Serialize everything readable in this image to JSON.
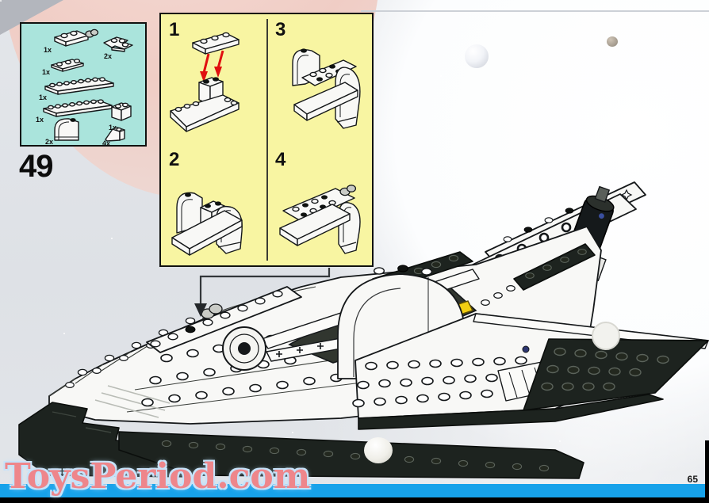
{
  "page": {
    "step_number": "49",
    "page_number": "65",
    "watermark": "ToysPeriod.com"
  },
  "colors": {
    "parts_box_bg": "#aae4dc",
    "steps_box_bg": "#f8f5a2",
    "footer_bar_blue": "#17a2ea",
    "watermark_pink": "#ee868b",
    "watermark_glow": "#bfe0fa",
    "instruction_arrow_red": "#e01010",
    "brick_white": "#f8f8f6",
    "brick_black": "#1d231f",
    "accent_yellow_piece": "#f2cf12"
  },
  "parts_box": {
    "parts": [
      {
        "icon": "hinge-plate-1x2-icon",
        "qty": "1x"
      },
      {
        "icon": "corner-plate-2x2-icon",
        "qty": "2x"
      },
      {
        "icon": "plate-1x3-icon",
        "qty": "1x"
      },
      {
        "icon": "plate-1x8-icon",
        "qty": "1x"
      },
      {
        "icon": "plate-1x8-icon",
        "qty": "1x"
      },
      {
        "icon": "brick-1x2-icon",
        "qty": "1x"
      },
      {
        "icon": "brick-2x2-curved-icon",
        "qty": "2x"
      },
      {
        "icon": "slope-brick-1x1-icon",
        "qty": "4x"
      }
    ]
  },
  "steps_box": {
    "steps": [
      {
        "label": "1"
      },
      {
        "label": "2"
      },
      {
        "label": "3"
      },
      {
        "label": "4"
      }
    ]
  },
  "illustration": {
    "subject": "LEGO space shuttle orbiter, partially assembled, isometric view with nose at lower left and tail at upper right, open cargo bay with pulley mechanism, white body with black wing edges and underside"
  }
}
